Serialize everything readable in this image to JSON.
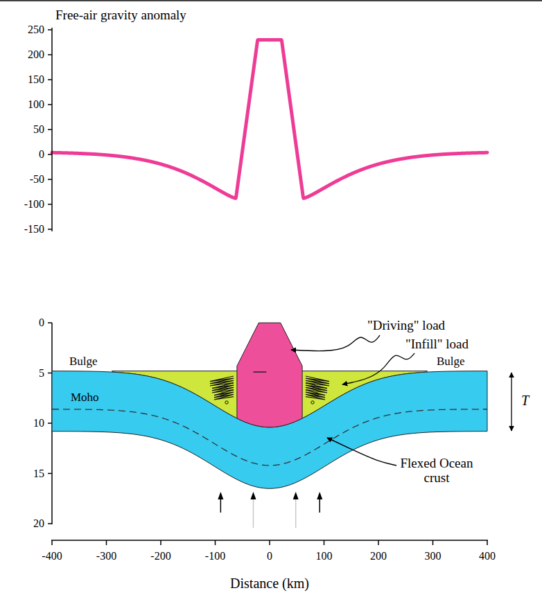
{
  "diagram": {
    "labels": [
      "Free-air gravity anomaly",
      "250",
      "200",
      "150",
      "100",
      "50",
      "0",
      "-50",
      "-100",
      "-150",
      "\"Driving\" load",
      "\"Infill\" load",
      "Bulge",
      "Bulge",
      "Moho",
      "T",
      "Flexed Ocean crust",
      "0",
      "5",
      "10",
      "15",
      "20",
      "-400",
      "-300",
      "-200",
      "-100",
      "0",
      "100",
      "200",
      "300",
      "400",
      "Distance (km)"
    ]
  }
}
